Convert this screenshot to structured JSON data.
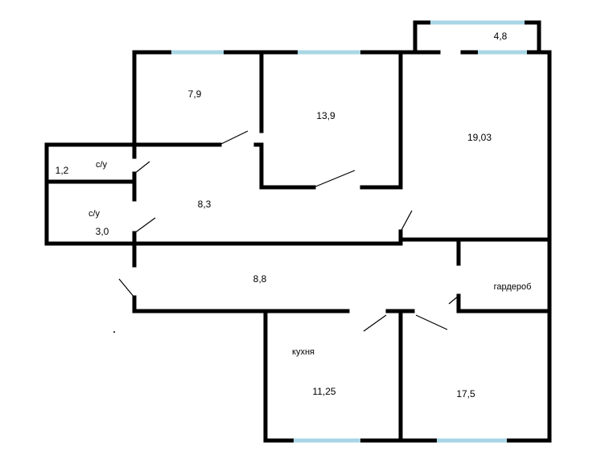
{
  "plan": {
    "rooms": [
      {
        "id": "room-7-9",
        "label": "7,9"
      },
      {
        "id": "room-13-9",
        "label": "13,9"
      },
      {
        "id": "room-19-03",
        "label": "19,03"
      },
      {
        "id": "balcony",
        "label": "4,8"
      },
      {
        "id": "bath-1",
        "label": "с/у"
      },
      {
        "id": "bath-1-area",
        "label": "1,2"
      },
      {
        "id": "bath-2",
        "label": "с/у"
      },
      {
        "id": "bath-2-area",
        "label": "3,0"
      },
      {
        "id": "hall-upper",
        "label": "8,3"
      },
      {
        "id": "hall-lower",
        "label": "8,8"
      },
      {
        "id": "wardrobe",
        "label": "гардероб"
      },
      {
        "id": "kitchen-name",
        "label": "кухня"
      },
      {
        "id": "kitchen-area",
        "label": "11,25"
      },
      {
        "id": "room-17-5",
        "label": "17,5"
      }
    ]
  }
}
